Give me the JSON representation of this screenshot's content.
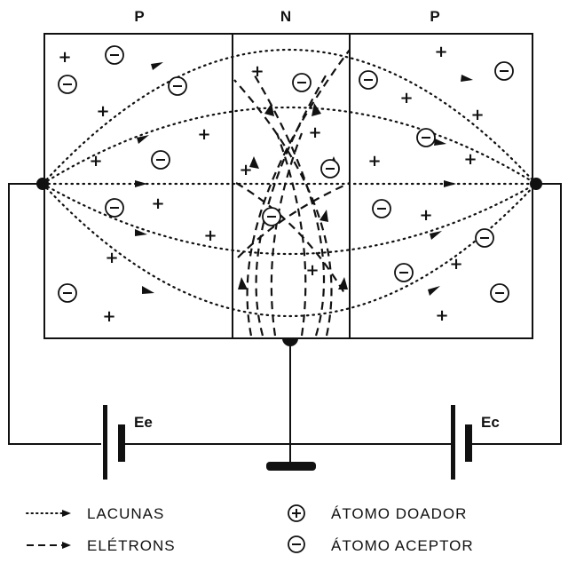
{
  "regions": {
    "left": "P",
    "middle": "N",
    "right": "P"
  },
  "batteries": {
    "emitter": "Ee",
    "collector": "Ec"
  },
  "legend": {
    "holes": "LACUNAS",
    "electrons": "ELÉTRONS",
    "donor": "ÁTOMO DOADOR",
    "acceptor": "ÁTOMO ACEPTOR"
  },
  "symbols": {
    "plus": "+",
    "minus": "−"
  },
  "colors": {
    "ink": "#111111",
    "background": "#ffffff"
  }
}
